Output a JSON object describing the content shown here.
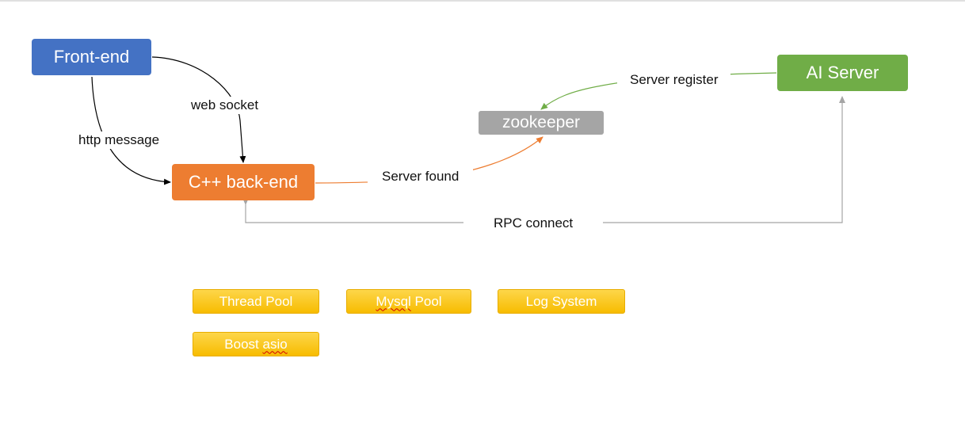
{
  "nodes": {
    "frontend": "Front-end",
    "cpp_backend": "C++ back-end",
    "zookeeper": "zookeeper",
    "ai_server": "AI Server"
  },
  "edge_labels": {
    "web_socket": "web socket",
    "http_message": "http message",
    "server_found": "Server found",
    "server_register": "Server register",
    "rpc_connect": "RPC connect"
  },
  "modules": {
    "thread_pool": "Thread Pool",
    "mysql_pool_1": "Mysql",
    "mysql_pool_2": " Pool",
    "log_system": "Log System",
    "boost_asio_1": "Boost ",
    "boost_asio_2": "asio"
  },
  "colors": {
    "frontend": "#4472c4",
    "cpp_backend": "#ed7d31",
    "zookeeper": "#a5a5a5",
    "ai_server": "#70ad47",
    "modules": "#ffc000"
  }
}
